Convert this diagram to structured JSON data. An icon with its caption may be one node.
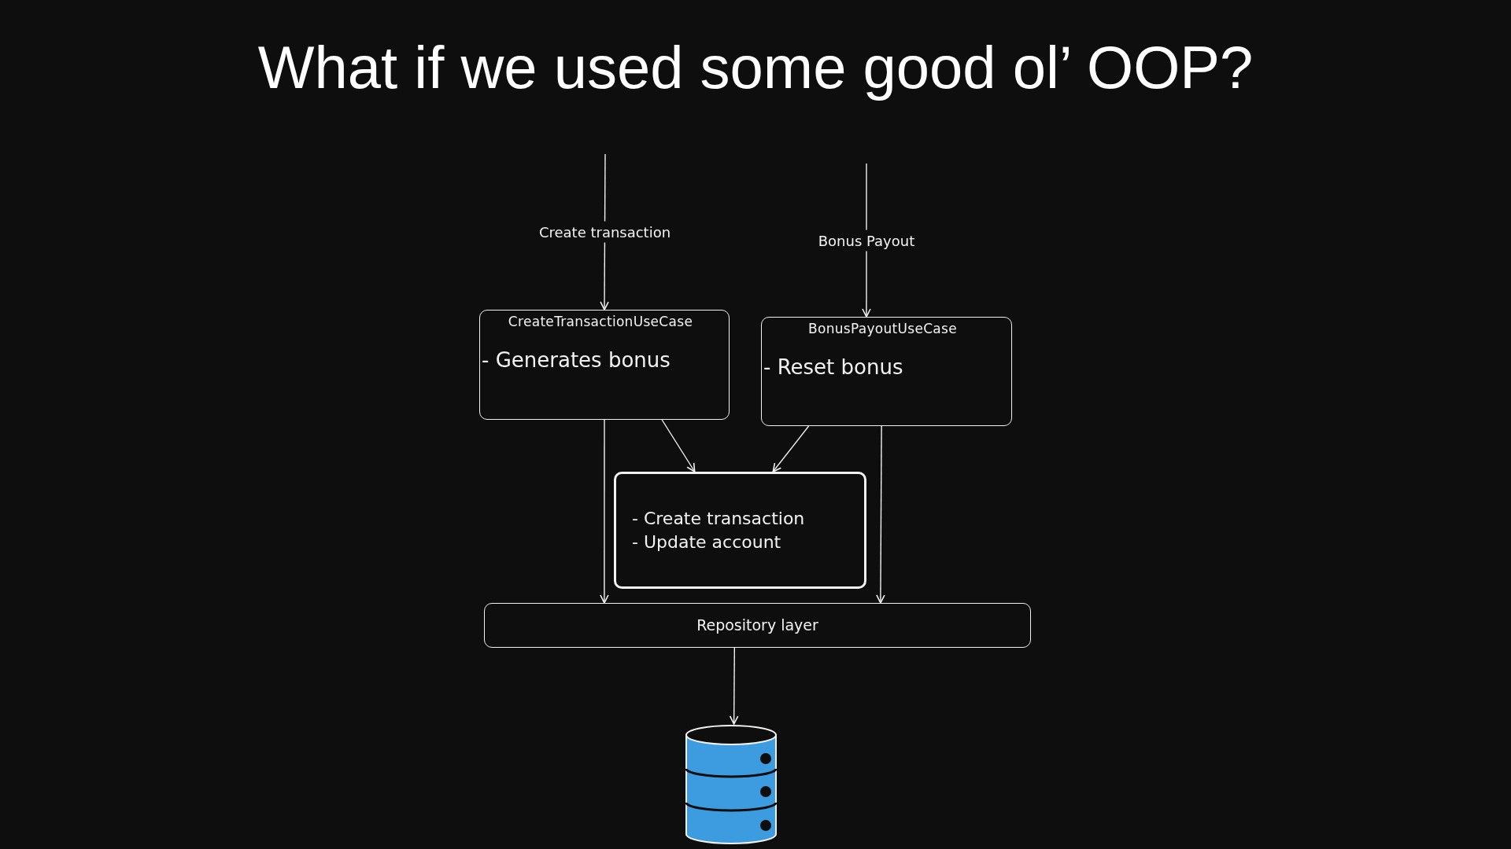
{
  "diagram": {
    "title": "What if we used some good ol’ OOP?",
    "nodes": [
      {
        "text": [
          "CreateTransactionUseCase",
          "- Generates bonus"
        ]
      },
      {
        "text": [
          "BonusPayoutUseCase",
          "- Reset bonus"
        ]
      },
      {
        "text": [
          "- Create transaction",
          "- Update account"
        ]
      },
      {
        "text": [
          "Repository layer"
        ]
      },
      {
        "text": [],
        "shape": "cylinder"
      }
    ],
    "edges": [
      {
        "from": null,
        "to": 0,
        "arrow": "to",
        "label": "Create transaction"
      },
      {
        "from": null,
        "to": 1,
        "arrow": "to",
        "label": "Bonus Payout"
      },
      {
        "from": 0,
        "to": 2,
        "arrow": "to"
      },
      {
        "from": 1,
        "to": 2,
        "arrow": "to"
      },
      {
        "from": 0,
        "to": 3,
        "arrow": "to"
      },
      {
        "from": 1,
        "to": 3,
        "arrow": "to"
      },
      {
        "from": 3,
        "to": 4,
        "arrow": "to"
      }
    ]
  }
}
